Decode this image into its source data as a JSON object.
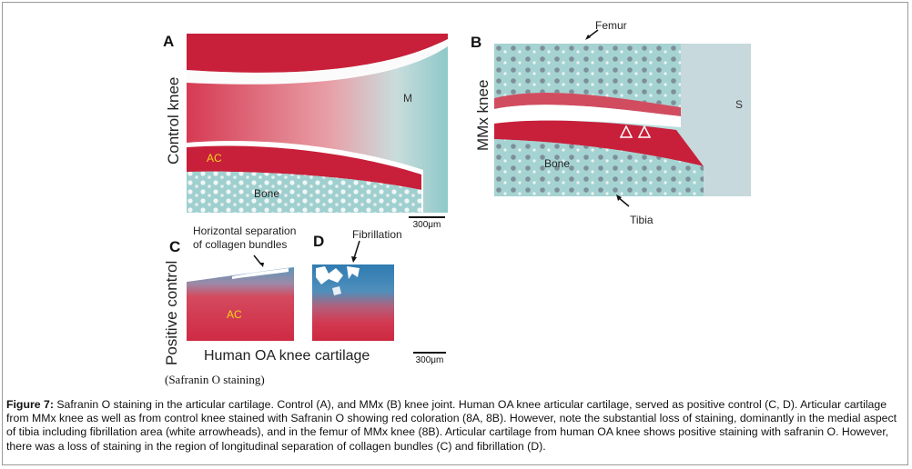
{
  "figure": {
    "panels": {
      "A": {
        "letter": "A",
        "row_label": "Control knee",
        "labels": {
          "m": "M",
          "ac": "AC",
          "bone": "Bone"
        },
        "scale": "300μm"
      },
      "B": {
        "letter": "B",
        "row_label": "MMx knee",
        "labels": {
          "femur": "Femur",
          "tibia": "Tibia",
          "bone": "Bone",
          "s": "S"
        }
      },
      "C": {
        "letter": "C",
        "row_label": "Positive control",
        "annotation": "Horizontal separation\nof collagen bundles",
        "labels": {
          "ac": "AC"
        }
      },
      "D": {
        "letter": "D",
        "annotation": "Fibrillation",
        "scale": "300μm"
      }
    },
    "human_label": "Human OA knee cartilage",
    "stain_note": "(Safranin O staining)"
  },
  "caption": {
    "label": "Figure 7:",
    "text": " Safranin O staining in the articular cartilage. Control (A), and MMx (B) knee joint. Human OA knee articular cartilage, served as positive control (C, D). Articular cartilage from MMx knee as well as from control knee stained with Safranin O showing red coloration (8A, 8B). However, note the substantial loss of staining, dominantly in the medial aspect of tibia including fibrillation area (white arrowheads), and in the femur of MMx knee (8B). Articular cartilage from human OA knee shows positive staining with safranin O. However, there was a loss of staining in the region of longitudinal separation of collagen bundles (C) and fibrillation (D)."
  },
  "colors": {
    "safranin_red": "#c8203a",
    "fast_green": "#8fc9c9",
    "background": "#ffffff"
  }
}
